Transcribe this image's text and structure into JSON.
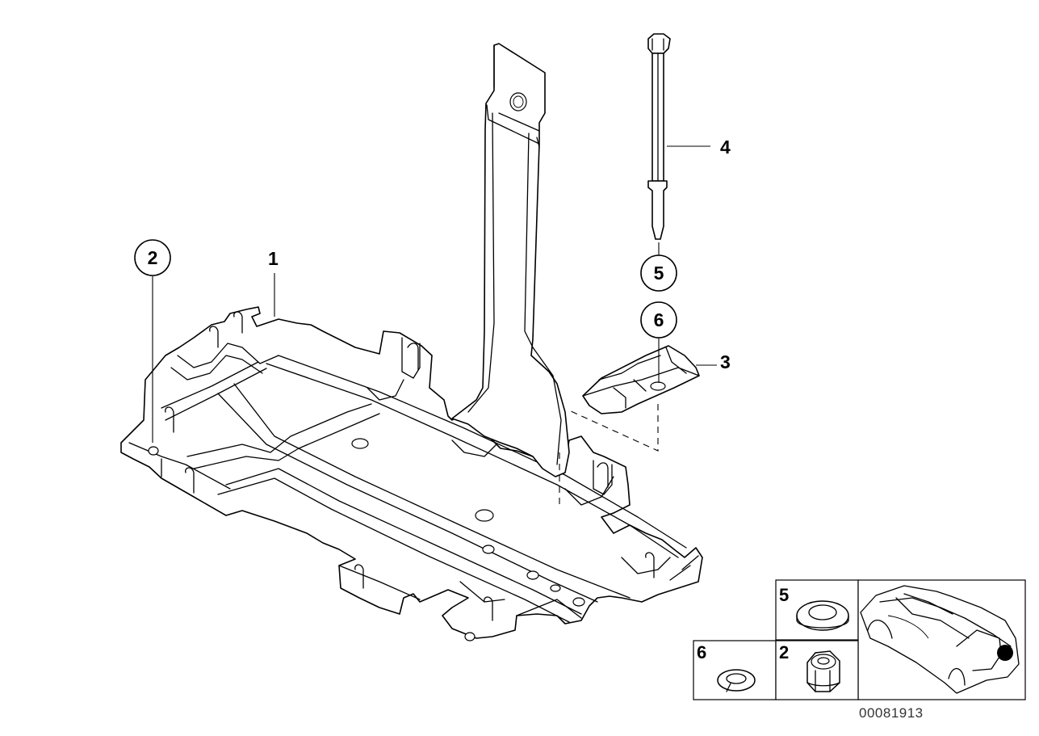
{
  "labels": {
    "part_1": "1",
    "part_2": "2",
    "part_3": "3",
    "part_4": "4",
    "part_5": "5",
    "part_6": "6"
  },
  "inset": {
    "label_5": "5",
    "label_6": "6",
    "label_2": "2"
  },
  "diagram_code": "00081913",
  "colors": {
    "line": "#000000",
    "background": "#ffffff",
    "marker": "#000000"
  }
}
